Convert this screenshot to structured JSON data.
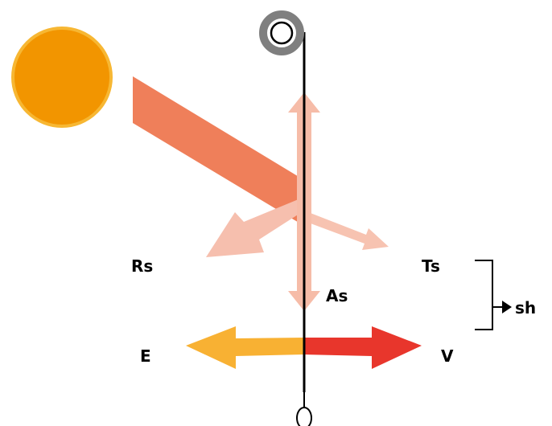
{
  "labels": {
    "rs": "Rs",
    "ts": "Ts",
    "as": "As",
    "e": "E",
    "v": "V",
    "sh": "sh"
  },
  "colors": {
    "sun": "#F29500",
    "sun_edge": "#F7B733",
    "incoming_beam": "#EF7F5A",
    "reflected": "#F6BFAE",
    "transmitted": "#F7C3B1",
    "absorbed": "#F6BCA8",
    "energy_arrow": "#F8B133",
    "ventilation_arrow": "#E8362C",
    "pulley_ring": "#7F7F7F",
    "line": "#000000"
  },
  "icons": {
    "sun": "sun-circle-icon",
    "pulley": "pulley-roller-icon",
    "weight": "pull-cord-weight-icon"
  }
}
